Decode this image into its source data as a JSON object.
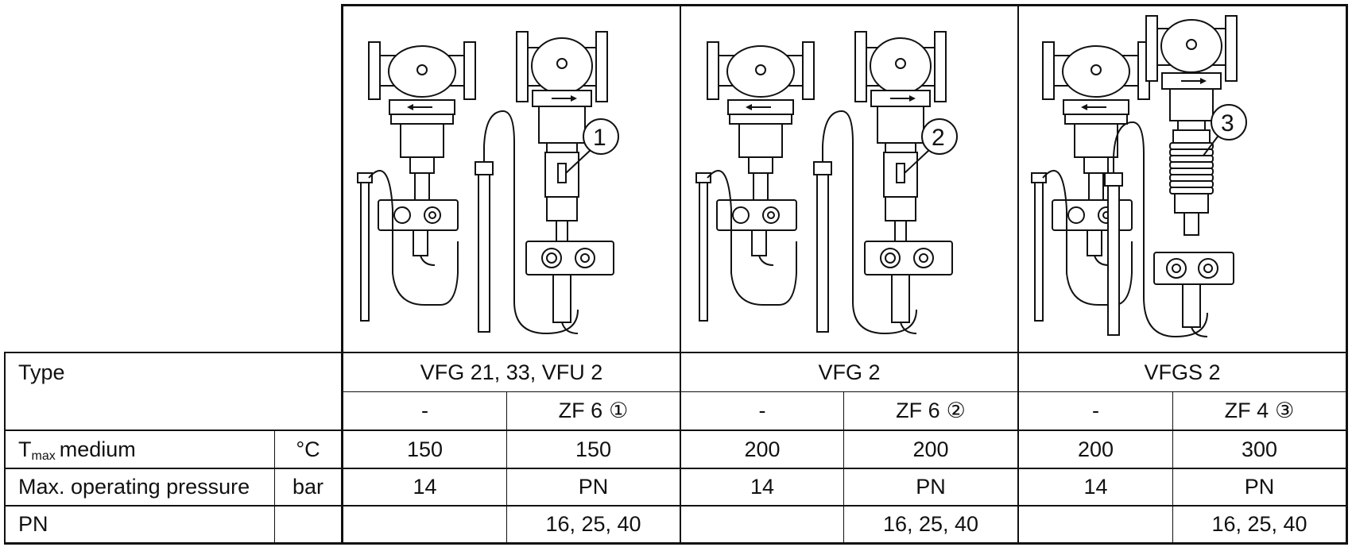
{
  "table": {
    "type_label": "Type",
    "type_values": [
      "VFG 21, 33, VFU 2",
      "VFG 2",
      "VFGS 2"
    ],
    "variant_values": [
      "-",
      "ZF 6",
      "-",
      "ZF 6",
      "-",
      "ZF 4"
    ],
    "variant_markers": [
      "①",
      "②",
      "③"
    ],
    "tmax_label_main": "T",
    "tmax_label_sub": "max",
    "tmax_label_rest": "medium",
    "tmax_unit": "°C",
    "tmax_values": [
      "150",
      "150",
      "200",
      "200",
      "200",
      "300"
    ],
    "pressure_label": "Max. operating pressure",
    "pressure_unit": "bar",
    "pressure_values": [
      "14",
      "PN",
      "14",
      "PN",
      "14",
      "PN"
    ],
    "pn_label": "PN",
    "pn_values": [
      "",
      "16, 25, 40",
      "",
      "16, 25, 40",
      "",
      "16, 25, 40"
    ]
  },
  "figures": {
    "callouts": [
      "1",
      "2",
      "3"
    ]
  }
}
